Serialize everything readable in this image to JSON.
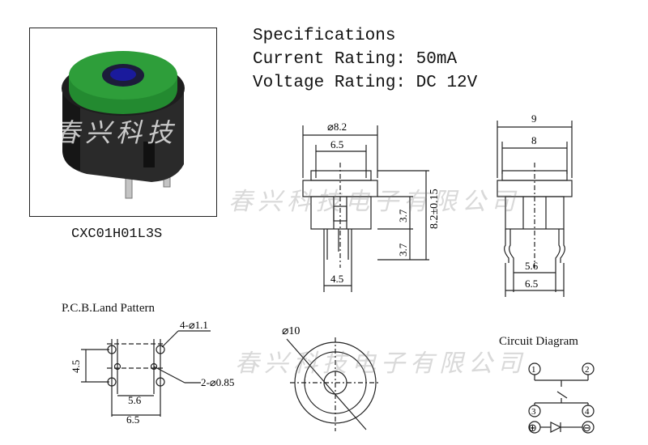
{
  "photo": {
    "watermark": "春兴科技",
    "cap_color": "#2e9e3a",
    "led_color": "#1a1a9c"
  },
  "part_number": "CXC01H01L3S",
  "specs": {
    "title": "Specifications",
    "current": "Current Rating: 50mA",
    "voltage": "Voltage Rating: DC 12V"
  },
  "front_view": {
    "dim_outer": "⌀8.2",
    "dim_cap": "6.5",
    "dim_height": "8.2±0.15",
    "dim_upper": "3.7",
    "dim_lower": "3.7",
    "dim_pin": "4.5"
  },
  "side_view": {
    "dim_outer": "9",
    "dim_inner": "8",
    "dim_pin_inner": "5.6",
    "dim_pin_outer": "6.5"
  },
  "pcb": {
    "title": "P.C.B.Land Pattern",
    "hole_large": "4-⌀1.1",
    "hole_small": "2-⌀0.85",
    "dim_vertical": "4.5",
    "dim_inner": "5.6",
    "dim_outer": "6.5"
  },
  "top_view": {
    "dim_diameter": "⌀10"
  },
  "circuit": {
    "title": "Circuit Diagram",
    "pins": [
      "1",
      "2",
      "3",
      "4"
    ],
    "plus": "⊕",
    "minus": "⊖"
  },
  "watermark_text": "春兴科技电子有限公司"
}
